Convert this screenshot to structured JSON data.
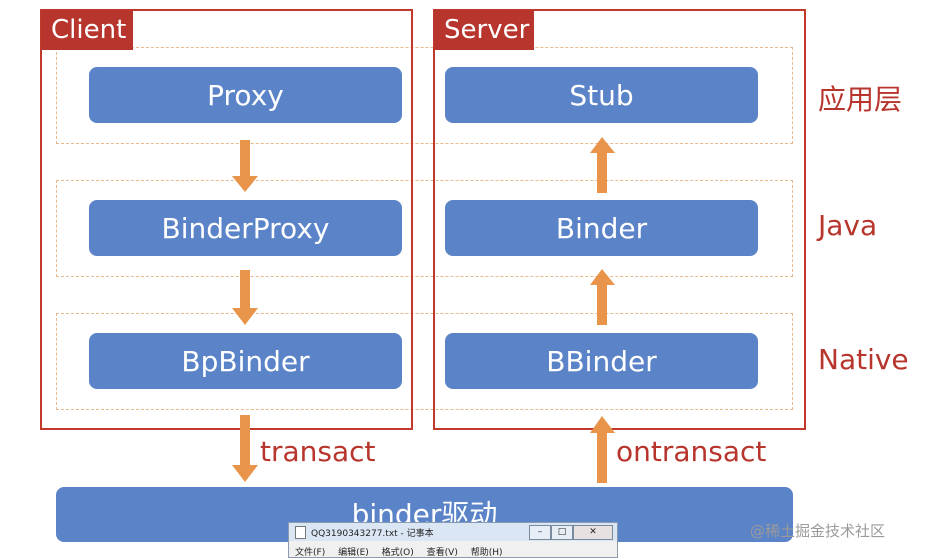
{
  "panels": {
    "client_label": "Client",
    "server_label": "Server"
  },
  "layers": {
    "app": "应用层",
    "java": "Java",
    "native": "Native"
  },
  "client_boxes": [
    "Proxy",
    "BinderProxy",
    "BpBinder"
  ],
  "server_boxes": [
    "Stub",
    "Binder",
    "BBinder"
  ],
  "arrow_labels": {
    "left": "transact",
    "right": "ontransact"
  },
  "driver_label": "binder驱动",
  "notepad": {
    "title": "QQ3190343277.txt - 记事本",
    "menu": [
      "文件(F)",
      "编辑(E)",
      "格式(O)",
      "查看(V)",
      "帮助(H)"
    ]
  },
  "watermark": "@稀土掘金技术社区",
  "colors": {
    "accent_red": "#b7352c",
    "box_blue": "#5b84c8",
    "arrow_orange": "#e8944a",
    "dashed_border": "#e7b98c"
  }
}
